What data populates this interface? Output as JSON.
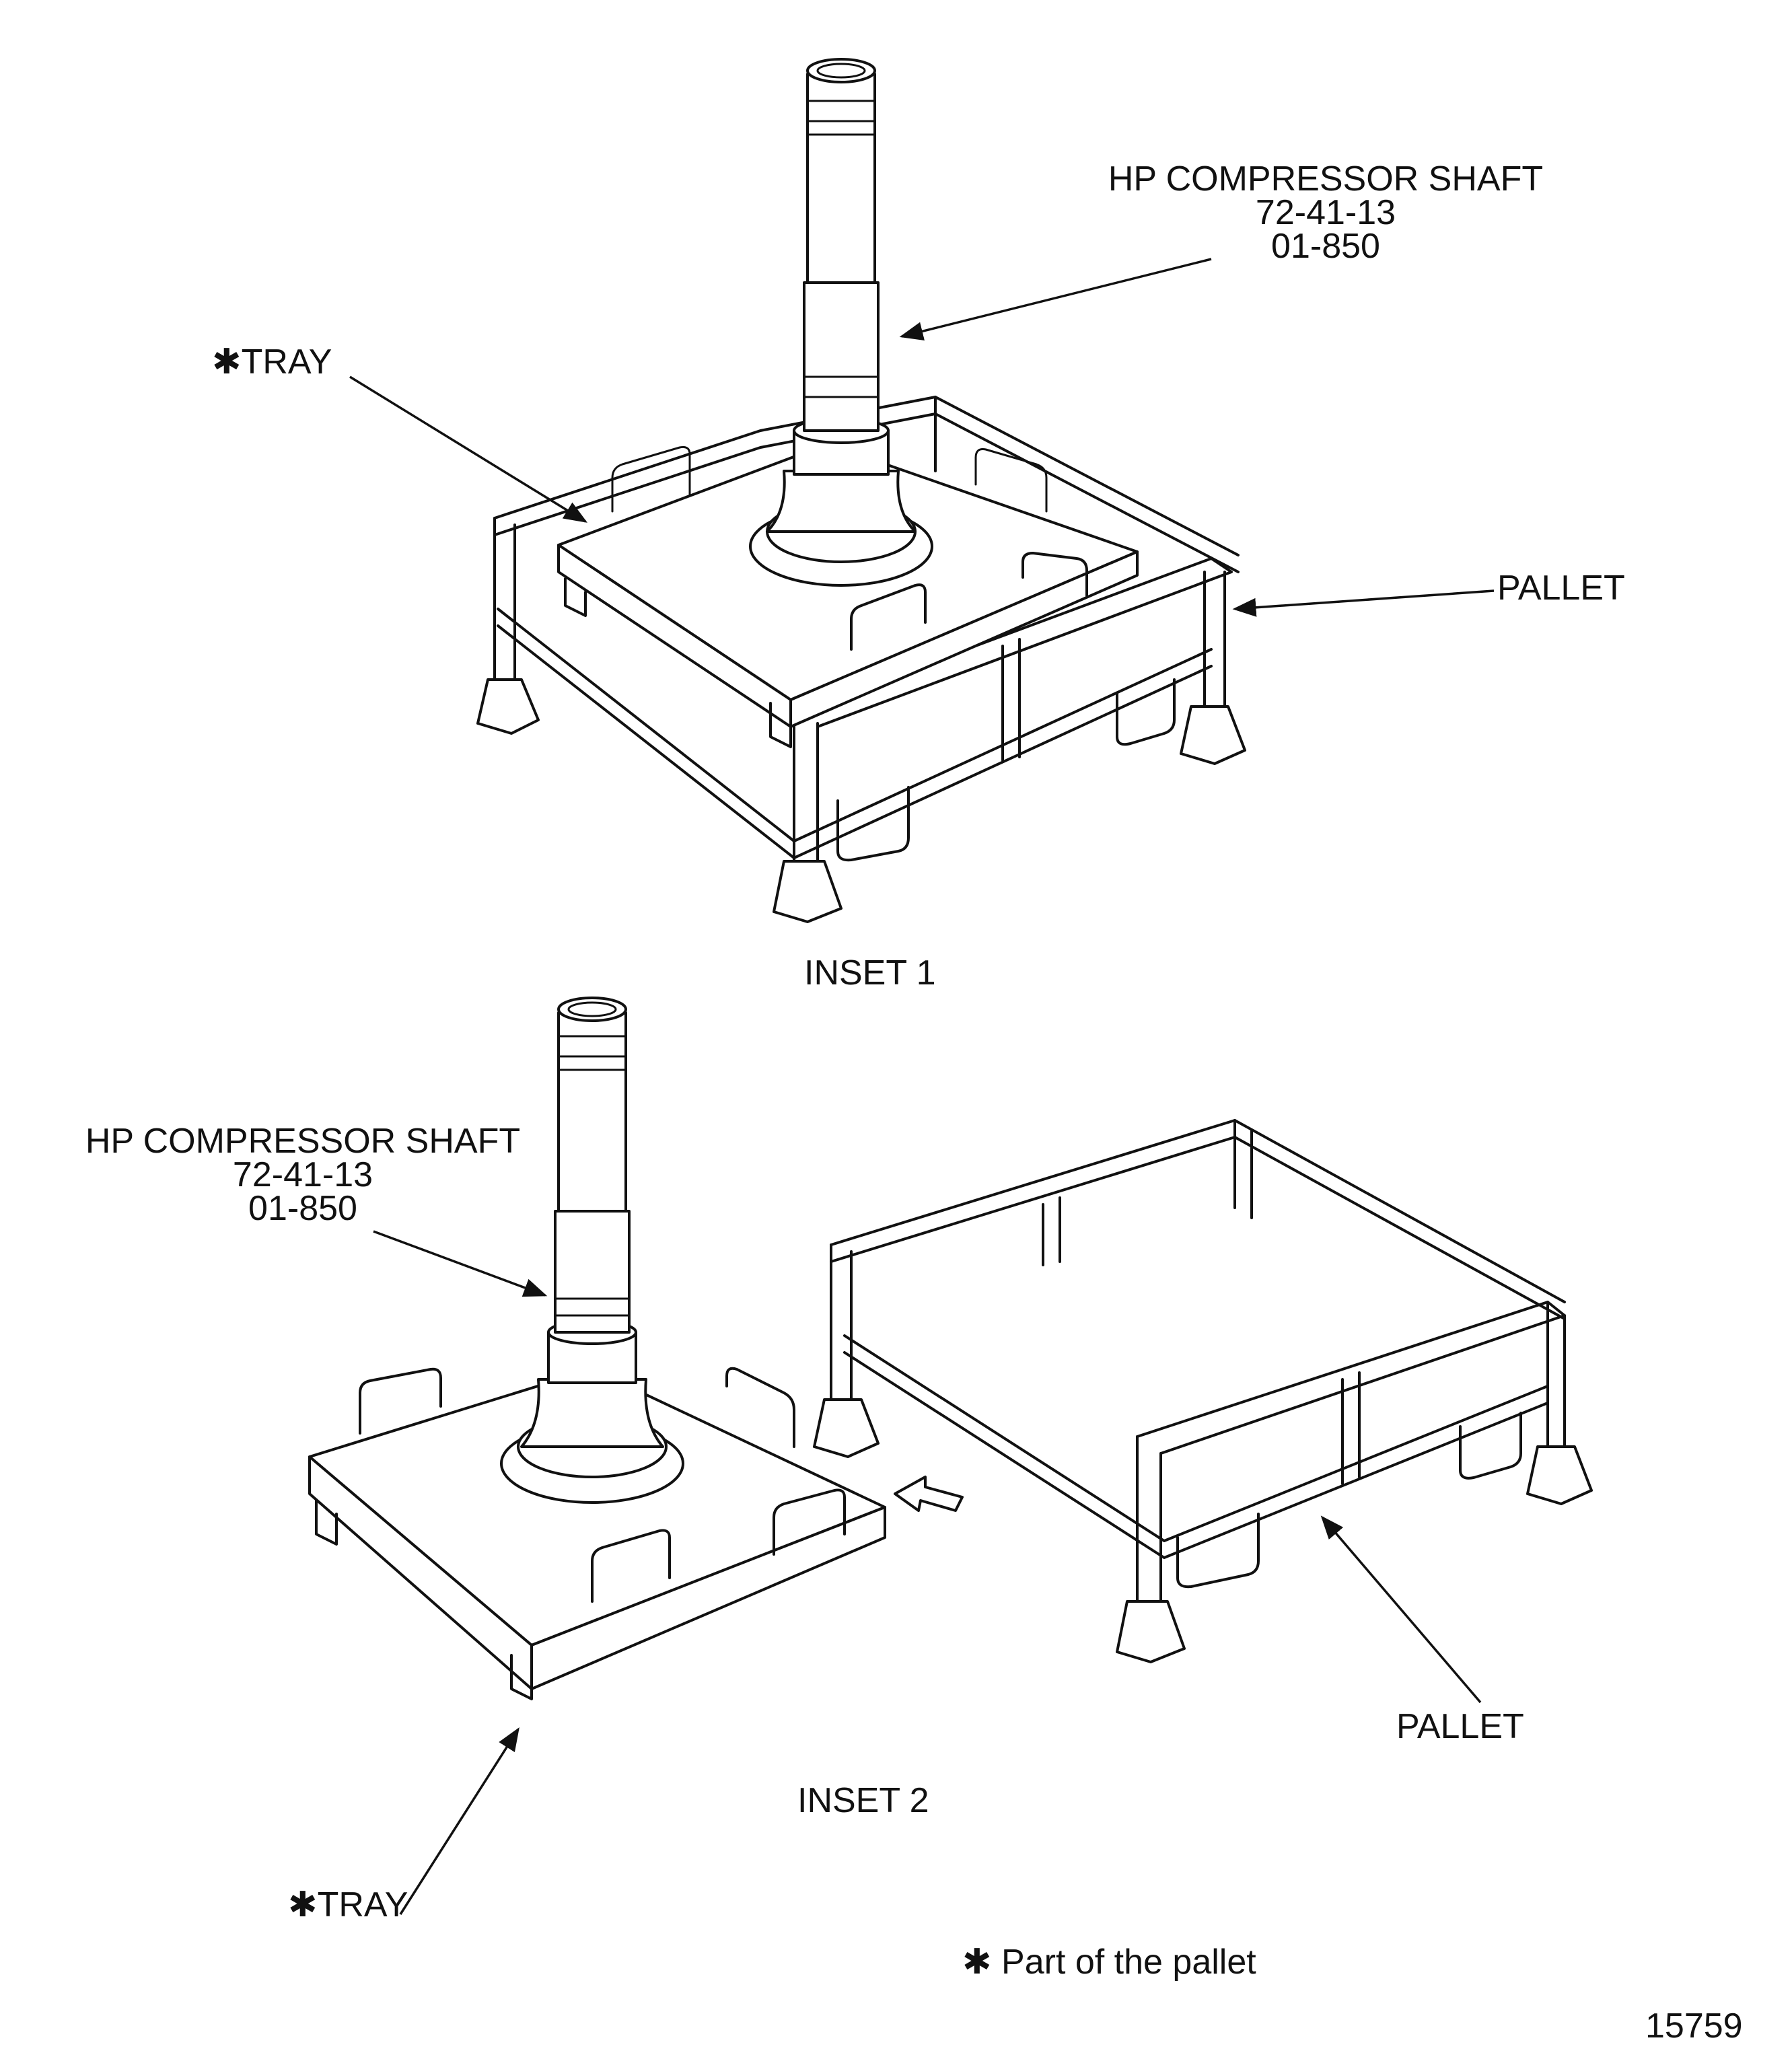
{
  "inset1": {
    "caption": "INSET 1",
    "shaft_label": [
      "HP COMPRESSOR SHAFT",
      "72-41-13",
      "01-850"
    ],
    "tray_label": "TRAY",
    "pallet_label": "PALLET"
  },
  "inset2": {
    "caption": "INSET 2",
    "shaft_label": [
      "HP COMPRESSOR SHAFT",
      "72-41-13",
      "01-850"
    ],
    "tray_label": "TRAY",
    "pallet_label": "PALLET"
  },
  "footnote": {
    "marker": "✱",
    "text": "Part of the pallet"
  },
  "figure_number": "15759"
}
